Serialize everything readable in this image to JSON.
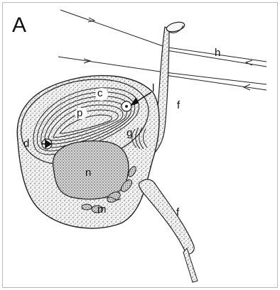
{
  "figure": {
    "panel_label": "A",
    "labels": {
      "h": "h",
      "l": "l",
      "c": "c",
      "f_upper": "f",
      "p": "p",
      "d": "d",
      "g": "g",
      "n": "n",
      "m": "m",
      "f_lower": "f"
    },
    "colors": {
      "ink": "#1a1a1a",
      "stipple_fill": "#e9e9e9",
      "background": "#ffffff"
    }
  }
}
